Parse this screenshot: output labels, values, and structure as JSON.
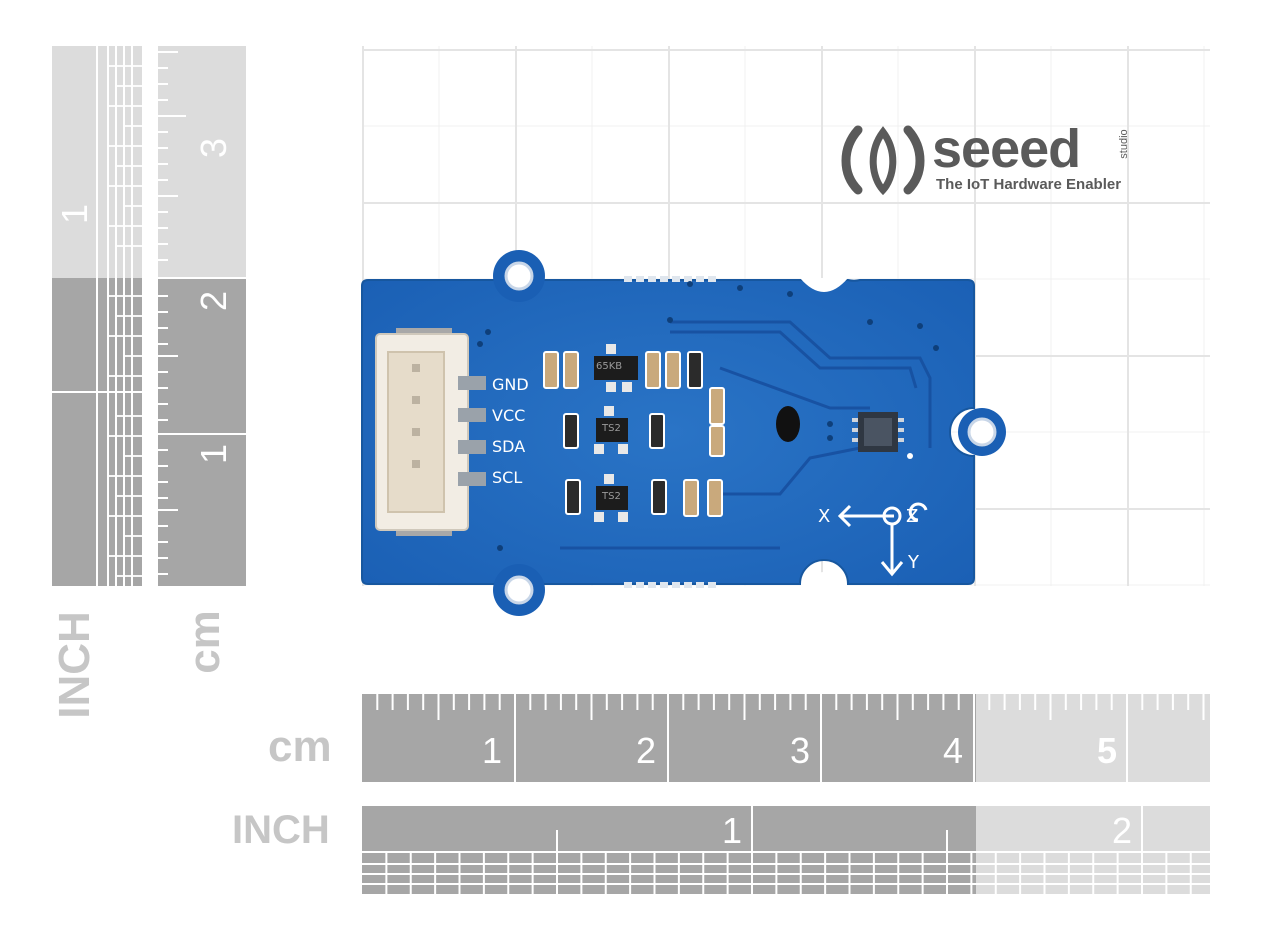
{
  "rulers": {
    "left_inch_label": "INCH",
    "left_cm_label": "cm",
    "bottom_cm_label": "cm",
    "bottom_inch_label": "INCH",
    "left_inch_marks": [
      "1"
    ],
    "left_cm_marks": [
      "3",
      "2",
      "1"
    ],
    "bottom_cm_marks": [
      "1",
      "2",
      "3",
      "4",
      "5"
    ],
    "bottom_inch_marks": [
      "1",
      "2"
    ]
  },
  "logo": {
    "brand": "seeed",
    "sub": "studio",
    "tagline": "The IoT Hardware Enabler"
  },
  "board": {
    "pins": [
      "GND",
      "VCC",
      "SDA",
      "SCL"
    ],
    "axes": {
      "x": "X",
      "y": "Y",
      "z": "Z"
    },
    "chip_marks": [
      "65KB",
      "TS2",
      "TS2"
    ]
  },
  "colors": {
    "pcb": "#1a5fb4",
    "ruler_dark": "#a6a6a6",
    "ruler_light": "#dcdcdc",
    "connector": "#f2ede4"
  }
}
